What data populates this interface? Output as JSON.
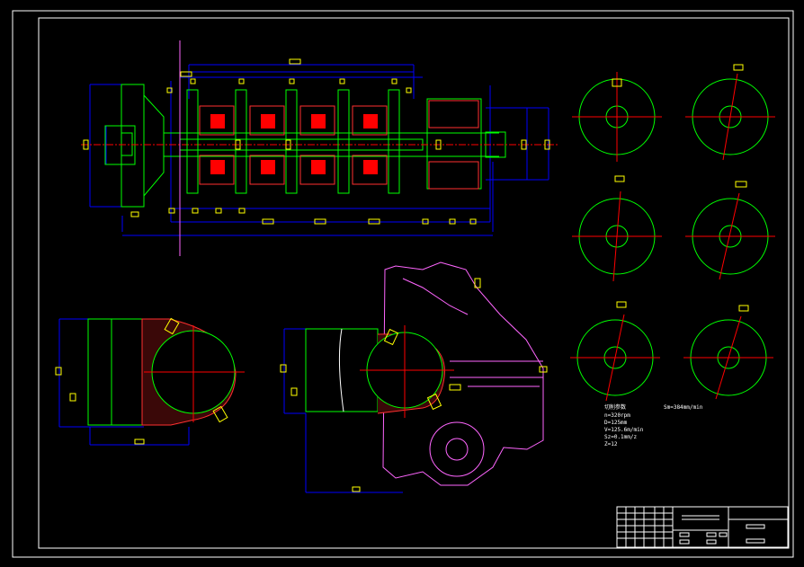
{
  "cutting_parameters": {
    "heading": "切削参数",
    "lines": [
      "n=320rpm",
      "D=125mm",
      "V=125.6m/min",
      "Sz=0.1mm/z",
      "Z=12"
    ],
    "feed": "Sm=384mm/min"
  },
  "colors": {
    "background": "#000000",
    "frame": "#ffffff",
    "dimension": "#0000ff",
    "outline": "#00ff00",
    "centerline": "#ff0000",
    "hatch": "#ff3030",
    "housing": "#ff66ff",
    "label_box": "#ffff00",
    "text": "#ffffff"
  }
}
